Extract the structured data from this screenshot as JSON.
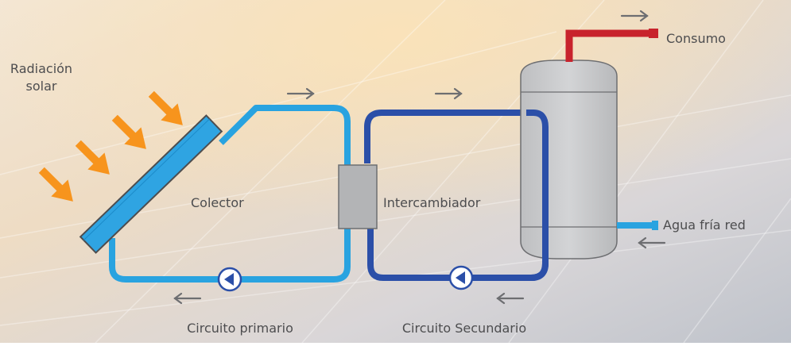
{
  "labels": {
    "radiation_line1": "Radiación",
    "radiation_line2": "solar",
    "collector": "Colector",
    "exchanger": "Intercambiador",
    "consumption": "Consumo",
    "cold_water": "Agua fría red",
    "primary_circuit": "Circuito primario",
    "secondary_circuit": "Circuito Secundario"
  },
  "colors": {
    "primary_pipe": "#29A3E0",
    "secondary_pipe": "#2B4FA8",
    "hot_pipe": "#C8232C",
    "sun_arrows": "#F7941D",
    "tank_fill": "#C9CACC",
    "tank_stroke": "#6D6E71",
    "flow_arrows": "#6D6E71",
    "text": "#4D4D4F"
  },
  "icons": {
    "pump": "pump-icon",
    "sun_arrow": "sun-ray-arrow-icon",
    "flow_arrow": "flow-arrow-icon"
  }
}
